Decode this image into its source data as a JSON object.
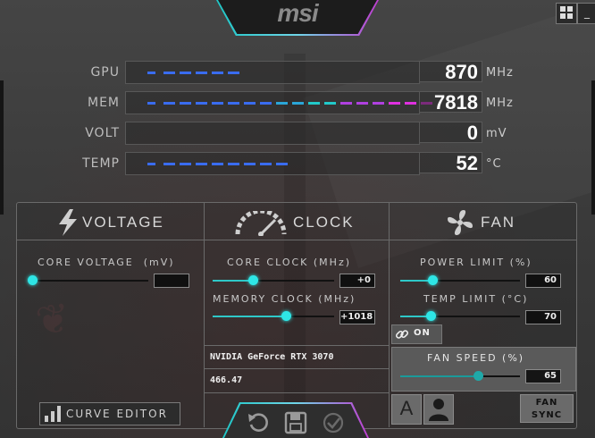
{
  "app": {
    "logo": "msi"
  },
  "window": {
    "windows_icon": "windows-logo-icon",
    "minimize_label": "_"
  },
  "monitor": [
    {
      "label": "GPU",
      "value": "870",
      "unit": "MHz"
    },
    {
      "label": "MEM",
      "value": "7818",
      "unit": "MHz"
    },
    {
      "label": "VOLT",
      "value": "0",
      "unit": "mV"
    },
    {
      "label": "TEMP",
      "value": "52",
      "unit": "°C"
    }
  ],
  "bars": {
    "gpu_fraction": 0.35,
    "mem_fraction": 1.0,
    "volt_fraction": 0.0,
    "temp_fraction": 0.5,
    "colors": {
      "blue": "#3a6cf0",
      "cyan": "#21c9c9",
      "purple": "#b040e0",
      "magenta": "#e030e0"
    }
  },
  "voltage": {
    "title": "VOLTAGE",
    "icon": "lightning-icon",
    "core_voltage_label": "CORE VOLTAGE",
    "core_voltage_unit": "(mV)",
    "core_voltage_value": "",
    "core_voltage_level": 0.0,
    "curve_editor_label": "CURVE EDITOR",
    "curve_editor_icon": "bar-graph-icon"
  },
  "clock": {
    "title": "CLOCK",
    "icon": "speedometer-icon",
    "core_clock_label": "CORE CLOCK (MHz)",
    "core_clock_value": "+0",
    "core_clock_level": 0.33,
    "memory_clock_label": "MEMORY CLOCK (MHz)",
    "memory_clock_value": "+1018",
    "memory_clock_level": 0.6,
    "gpu_name": "NVIDIA GeForce RTX 3070",
    "driver_version": "466.47"
  },
  "fan": {
    "title": "FAN",
    "icon": "fan-icon",
    "power_limit_label": "POWER LIMIT (%)",
    "power_limit_value": "60",
    "power_limit_level": 0.27,
    "temp_limit_label": "TEMP LIMIT (°C)",
    "temp_limit_value": "70",
    "temp_limit_level": 0.25,
    "link_label": "ON",
    "link_icon": "link-icon",
    "fan_speed_label": "FAN SPEED (%)",
    "fan_speed_value": "65",
    "fan_speed_level": 0.65,
    "auto_label": "A",
    "user_icon": "user-icon",
    "fan_sync_label_1": "FAN",
    "fan_sync_label_2": "SYNC"
  },
  "actions": {
    "reset_icon": "reset-icon",
    "save_icon": "save-icon",
    "apply_icon": "check-icon"
  },
  "accent": {
    "cyan": "#2ee6e6",
    "purple": "#c03cd0"
  }
}
